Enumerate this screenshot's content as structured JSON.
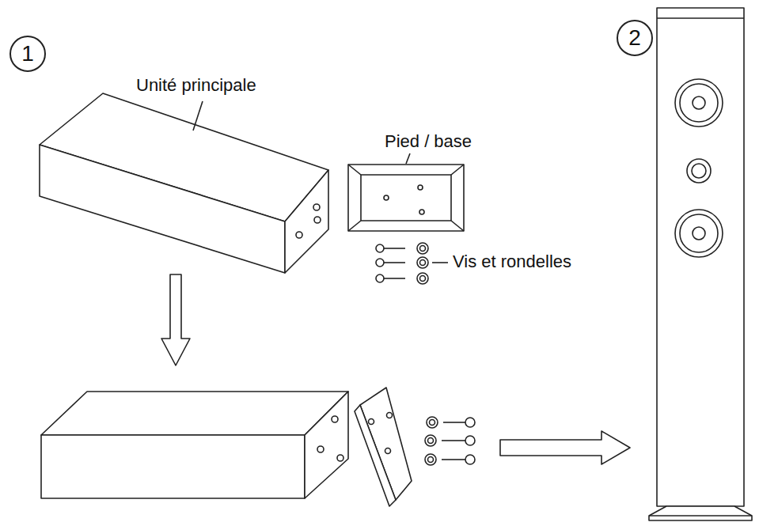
{
  "diagram": {
    "labels": [
      "1",
      "Unité principale",
      "Pied / base",
      "Vis et rondelles",
      "2"
    ]
  }
}
